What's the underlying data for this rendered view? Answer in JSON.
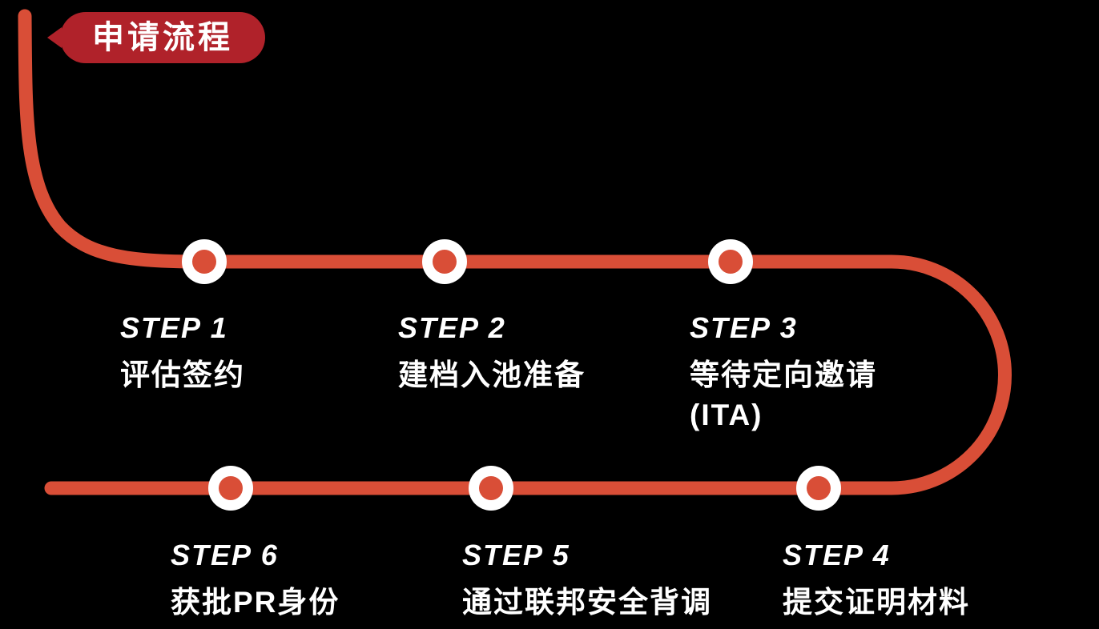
{
  "badge": {
    "label": "申请流程"
  },
  "colors": {
    "line_red": "#D94E37",
    "badge_red": "#B0222A",
    "text_white": "#FFFFFF",
    "background": "#000000"
  },
  "steps": [
    {
      "label": "STEP 1",
      "desc": "评估签约"
    },
    {
      "label": "STEP 2",
      "desc": "建档入池准备"
    },
    {
      "label": "STEP 3",
      "desc": "等待定向邀请\n(ITA)"
    },
    {
      "label": "STEP 4",
      "desc": "提交证明材料"
    },
    {
      "label": "STEP 5",
      "desc": "通过联邦安全背调"
    },
    {
      "label": "STEP 6",
      "desc": "获批PR身份"
    }
  ]
}
